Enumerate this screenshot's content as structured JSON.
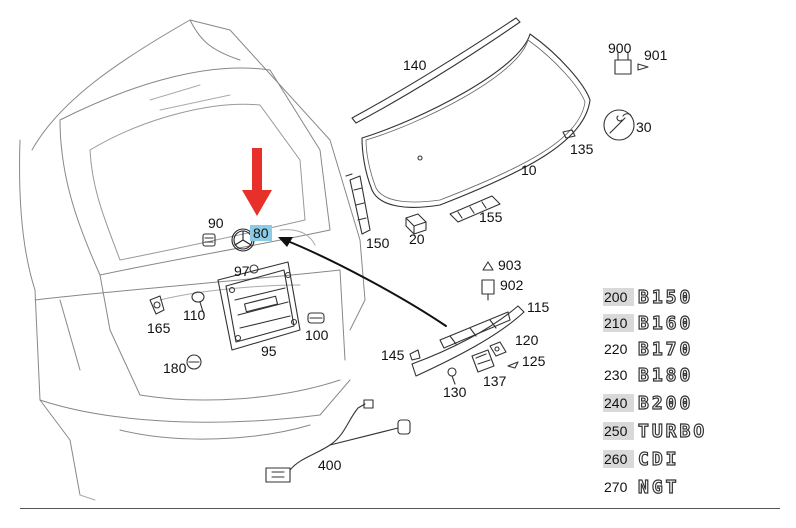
{
  "callouts": {
    "c10": "10",
    "c20": "20",
    "c30": "30",
    "c80": "80",
    "c90": "90",
    "c95": "95",
    "c97": "97",
    "c100": "100",
    "c110": "110",
    "c115": "115",
    "c120": "120",
    "c125": "125",
    "c130": "130",
    "c135": "135",
    "c137": "137",
    "c140": "140",
    "c145": "145",
    "c150": "150",
    "c155": "155",
    "c165": "165",
    "c180": "180",
    "c400": "400",
    "c900": "900",
    "c901": "901",
    "c902": "902",
    "c903": "903"
  },
  "emblems": [
    {
      "number": "200",
      "text": "B150",
      "shaded": true
    },
    {
      "number": "210",
      "text": "B160",
      "shaded": true
    },
    {
      "number": "220",
      "text": "B170",
      "shaded": false
    },
    {
      "number": "230",
      "text": "B180",
      "shaded": false
    },
    {
      "number": "240",
      "text": "B200",
      "shaded": true
    },
    {
      "number": "250",
      "text": "TURBO",
      "shaded": true
    },
    {
      "number": "260",
      "text": "CDI",
      "shaded": true
    },
    {
      "number": "270",
      "text": "NGT",
      "shaded": false
    }
  ],
  "highlight": {
    "part": "80",
    "arrow_color": "#e8302a",
    "label_bg": "#8ccbe6"
  }
}
